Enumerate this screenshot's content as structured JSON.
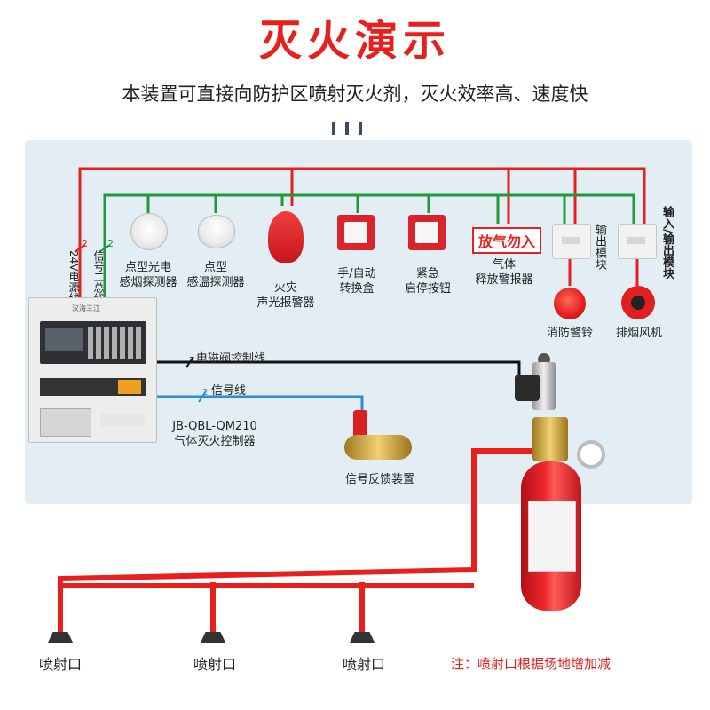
{
  "header": {
    "title": "灭火演示",
    "subtitle": "本装置可直接向防护区喷射灭火剂，灭火效率高、速度快"
  },
  "colors": {
    "title": "#e8201d",
    "power_wire": "#e8201d",
    "bus_wire": "#1f9a3a",
    "signal_wire": "#2a8fd6",
    "control_wire": "#111111",
    "pipe": "#e8201d",
    "panel_bg": "#e2eef3"
  },
  "wires": {
    "power_label": "24V电源线",
    "power_count": "2",
    "bus_label": "信号二总线",
    "bus_count": "2",
    "solenoid_label": "电磁阀控制线",
    "solenoid_count": "2",
    "signal_label": "信号线",
    "signal_count": "2"
  },
  "devices": {
    "smoke_detector": {
      "line1": "点型光电",
      "line2": "感烟探测器"
    },
    "heat_detector": {
      "line1": "点型",
      "line2": "感温探测器"
    },
    "sound_light_alarm": {
      "line1": "火灾",
      "line2": "声光报警器"
    },
    "manual_auto_switch": {
      "line1": "手/自动",
      "line2": "转换盒"
    },
    "emergency_button": {
      "line1": "紧急",
      "line2": "启停按钮"
    },
    "gas_release_alarm": {
      "sign": "放气勿入",
      "line1": "气体",
      "line2": "释放警报器"
    },
    "io_module_1": {
      "label": "输出模块"
    },
    "io_module_2": {
      "label": "输入/输出模块"
    },
    "fire_bell": {
      "label": "消防警铃"
    },
    "exhaust_fan": {
      "label": "排烟风机"
    },
    "controller": {
      "line1": "JB-QBL-QM210",
      "line2": "气体灭火控制器",
      "brand": "汉海三江"
    },
    "feedback_device": {
      "label": "信号反馈装置"
    }
  },
  "nozzles": [
    {
      "label": "喷射口"
    },
    {
      "label": "喷射口"
    },
    {
      "label": "喷射口"
    }
  ],
  "note": "注：喷射口根据场地增加减",
  "icons": [
    "smoke-detector-icon",
    "heat-detector-icon",
    "alarm-icon",
    "switch-box-icon",
    "button-icon",
    "warning-sign-icon",
    "module-icon",
    "bell-icon",
    "fan-icon",
    "controller-icon",
    "solenoid-valve-icon",
    "cylinder-icon",
    "nozzle-icon"
  ]
}
